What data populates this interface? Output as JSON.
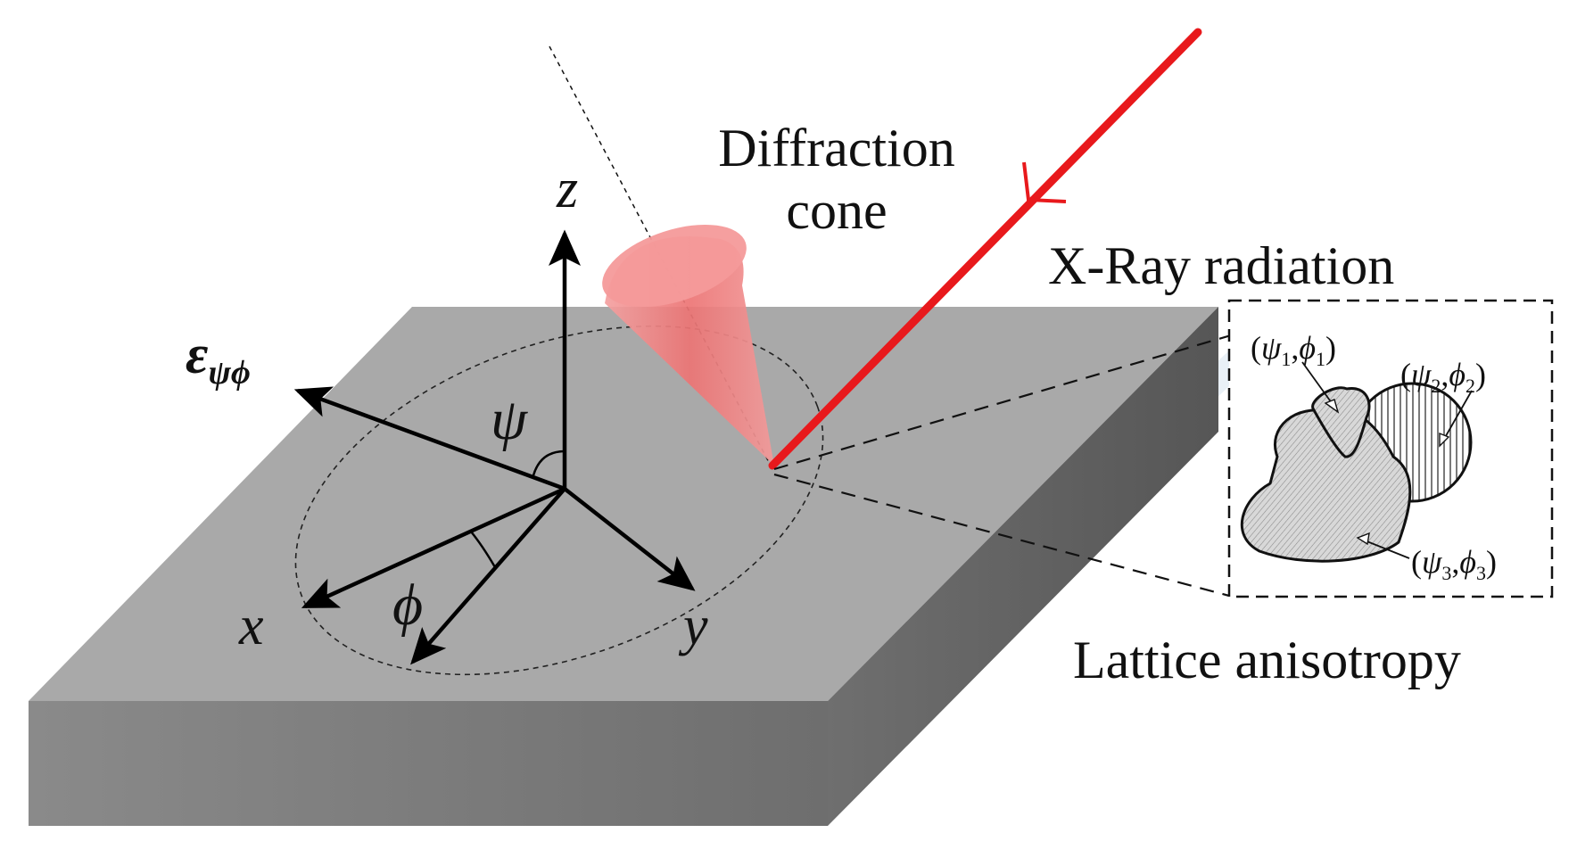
{
  "labels": {
    "diffraction_line1": "Diffraction",
    "diffraction_line2": "cone",
    "xray": "X-Ray radiation",
    "lattice": "Lattice anisotropy",
    "axis_z": "z",
    "axis_x": "x",
    "axis_y": "y",
    "angle_psi": "ψ",
    "angle_phi": "ϕ",
    "strain_main": "ε",
    "strain_sub": "ψϕ"
  },
  "grains": [
    {
      "psi": "ψ",
      "psi_sub": "1",
      "phi": "ϕ",
      "phi_sub": "1"
    },
    {
      "psi": "ψ",
      "psi_sub": "2",
      "phi": "ϕ",
      "phi_sub": "2"
    },
    {
      "psi": "ψ",
      "psi_sub": "3",
      "phi": "ϕ",
      "phi_sub": "3"
    }
  ],
  "colors": {
    "plate_top": "#a8a8a8",
    "plate_front": "#808080",
    "plate_side": "#6a6a6a",
    "beam": "#e8191c",
    "cone": "#f08a8a",
    "arrow": "#000000"
  }
}
